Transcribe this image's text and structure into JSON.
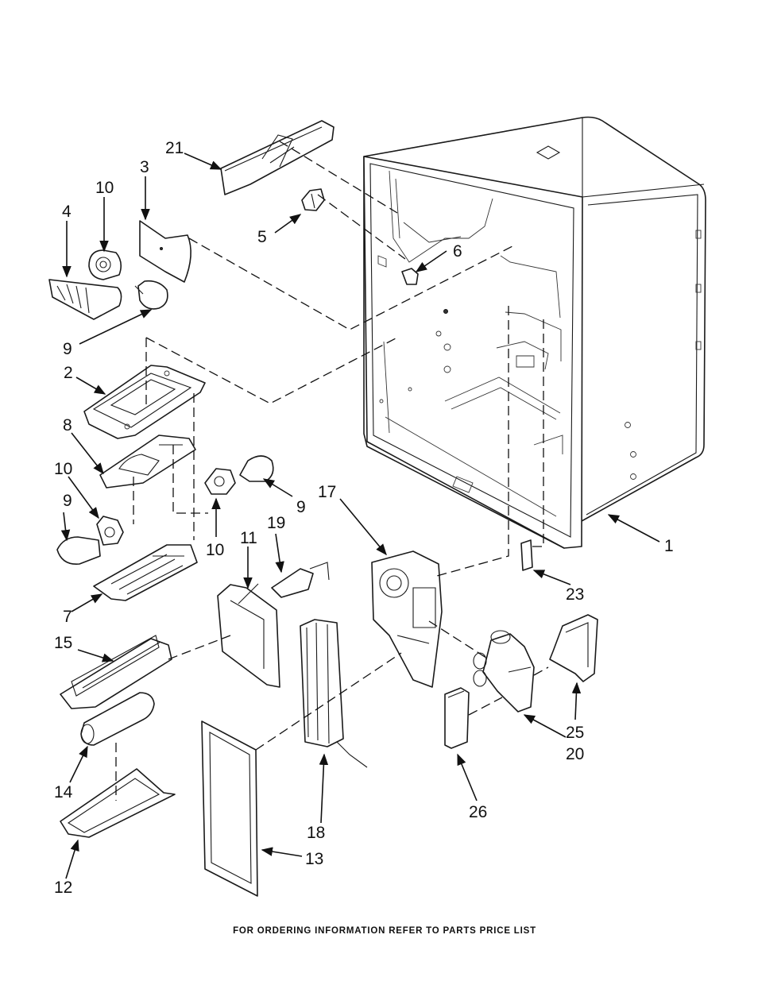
{
  "callouts": {
    "c1": "1",
    "c2": "2",
    "c3": "3",
    "c4": "4",
    "c5": "5",
    "c6": "6",
    "c7": "7",
    "c8": "8",
    "c9a": "9",
    "c9b": "9",
    "c9c": "9",
    "c10a": "10",
    "c10b": "10",
    "c10c": "10",
    "c11": "11",
    "c12": "12",
    "c13": "13",
    "c14": "14",
    "c15": "15",
    "c17": "17",
    "c18": "18",
    "c19": "19",
    "c20": "20",
    "c21": "21",
    "c23": "23",
    "c25": "25",
    "c26": "26"
  },
  "footer": "FOR ORDERING INFORMATION REFER TO PARTS PRICE LIST"
}
